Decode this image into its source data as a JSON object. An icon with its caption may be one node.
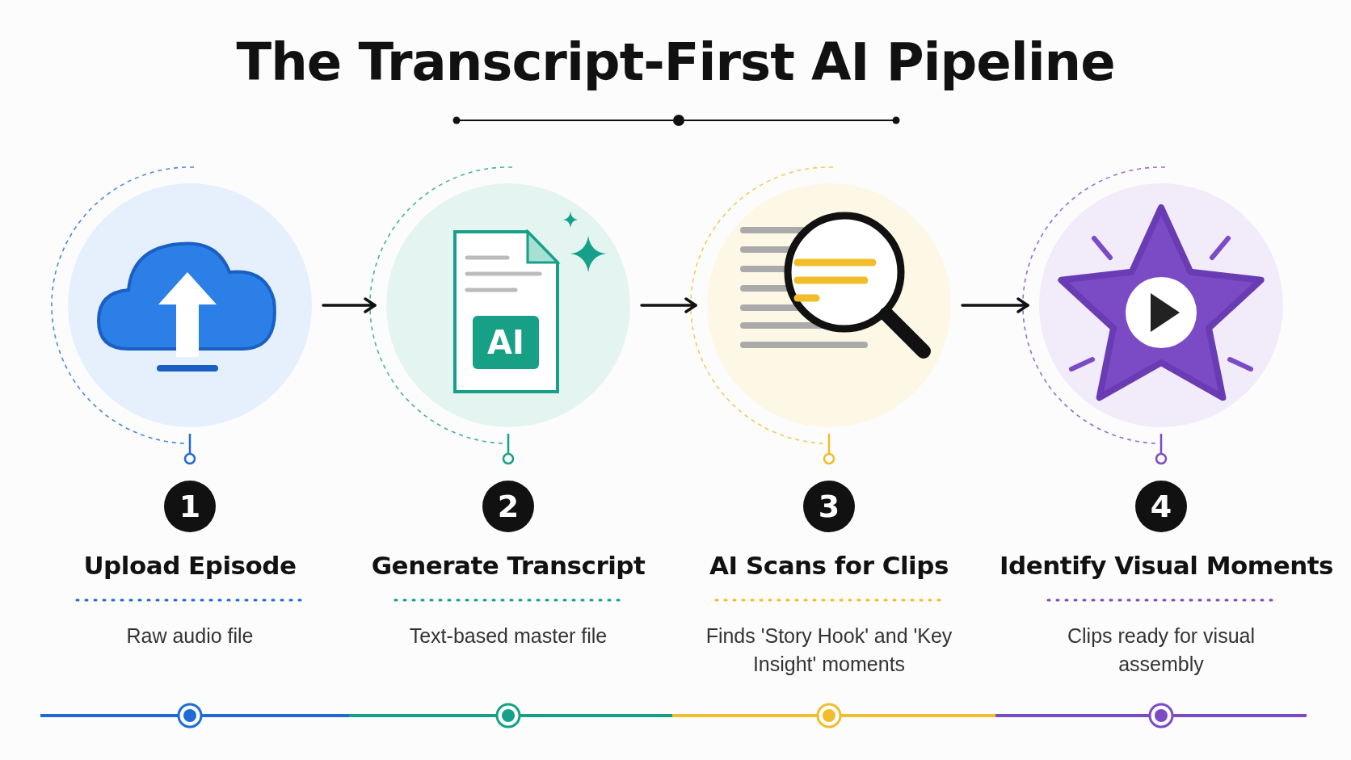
{
  "diagram": {
    "title": "The Transcript-First AI Pipeline",
    "nodes": [
      {
        "text": [],
        "shape": "circle",
        "beside": [
          "1",
          "Upload Episode",
          "Raw audio file"
        ]
      },
      {
        "text": [
          "AI"
        ],
        "beside": [
          "2",
          "Generate Transcript",
          "Text-based master file"
        ]
      },
      {
        "text": [],
        "shape": "circle",
        "beside": [
          "3",
          "AI Scans for Clips",
          "Finds 'Story Hook' and 'Key Insight' moments"
        ]
      },
      {
        "text": [],
        "shape": "circle",
        "beside": [
          "4",
          "Identify Visual Moments",
          "Clips ready for visual assembly"
        ]
      }
    ],
    "edges": [
      {
        "from": 0,
        "to": 1,
        "arrow": "to"
      },
      {
        "from": 1,
        "to": 2,
        "arrow": "to"
      },
      {
        "from": 2,
        "to": 3,
        "arrow": "to"
      }
    ]
  }
}
